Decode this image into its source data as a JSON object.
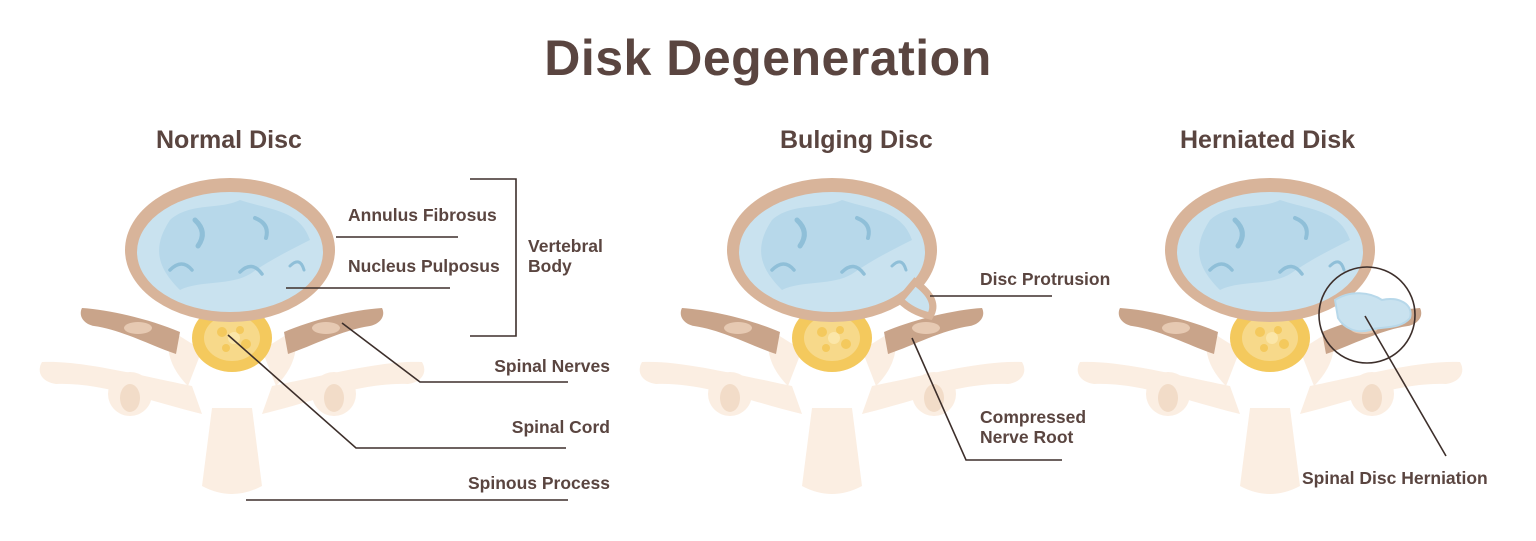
{
  "title": "Disk Degeneration",
  "panels": [
    {
      "title": "Normal Disc",
      "labels": {
        "annulus_fibrosus": "Annulus Fibrosus",
        "nucleus_pulposus": "Nucleus Pulposus",
        "vertebral_body": "Vertebral Body",
        "spinal_nerves": "Spinal Nerves",
        "spinal_cord": "Spinal Cord",
        "spinous_process": "Spinous Process"
      }
    },
    {
      "title": "Bulging Disc",
      "labels": {
        "disc_protrusion": "Disc  Protrusion",
        "compressed_nerve_root": "Compressed Nerve Root"
      }
    },
    {
      "title": "Herniated Disk",
      "labels": {
        "spinal_disc_herniation": "Spinal Disc Herniation"
      }
    }
  ],
  "colors": {
    "text": "#5a4540",
    "leader_line": "#3d2f2b",
    "annulus": "#d8b49a",
    "nucleus": "#c9e2ef",
    "nucleus_mark": "#8fbfd8",
    "bone": "#fbeee2",
    "bone_shadow": "#f2dcc8",
    "spinal_cord": "#f4c95d",
    "spinal_cord_inner": "#f7d98a",
    "nerve": "#c9a48a"
  }
}
